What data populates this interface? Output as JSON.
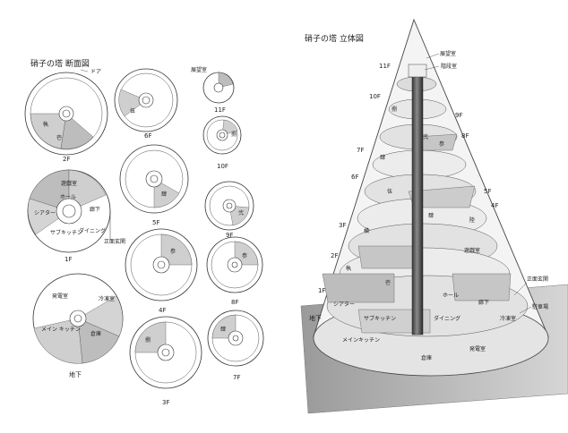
{
  "sections": {
    "title": "硝子の塔 断面図",
    "door": "ドア",
    "f2": {
      "floor": "2F",
      "labels": [
        "執",
        "壱"
      ]
    },
    "f6": {
      "floor": "6F",
      "labels": [
        "伍"
      ]
    },
    "f11": {
      "floor": "11F",
      "labels": [
        "展望室"
      ]
    },
    "f10": {
      "floor": "10F",
      "labels": [
        "捌"
      ]
    },
    "f1": {
      "floor": "1F",
      "labels": [
        "遊戯室",
        "ホール",
        "シアター",
        "廊下",
        "サブキッチン",
        "ダイニング",
        "正面玄関"
      ]
    },
    "f5": {
      "floor": "5F",
      "labels": [
        "肆"
      ]
    },
    "f9": {
      "floor": "9F",
      "labels": [
        "弐"
      ]
    },
    "f4": {
      "floor": "4F",
      "labels": [
        "参"
      ]
    },
    "f8": {
      "floor": "8F",
      "labels": [
        "参"
      ]
    },
    "fB": {
      "floor": "地下",
      "labels": [
        "発電室",
        "冷凍室",
        "メイン キッチン",
        "倉庫"
      ]
    },
    "f3": {
      "floor": "3F",
      "labels": [
        "捌"
      ]
    },
    "f7": {
      "floor": "7F",
      "labels": [
        "肆"
      ]
    }
  },
  "cone": {
    "title": "硝子の塔 立体図",
    "floors": [
      "11F",
      "10F",
      "9F",
      "8F",
      "7F",
      "6F",
      "5F",
      "4F",
      "3F",
      "2F",
      "1F",
      "地下"
    ],
    "rooms": {
      "observatory": "展望室",
      "staircase": "階段室",
      "r10": "捌",
      "r9a": "弐",
      "r9b": "参",
      "r7": "肆",
      "r6": "伍",
      "r5": "肆",
      "r5b": "陸",
      "r3": "横",
      "r2": "執",
      "r2b": "壱",
      "game": "遊戯室",
      "hall": "ホール",
      "theater": "シアター",
      "subkitchen": "サブキッチン",
      "dining": "ダイニング",
      "corridor": "廊下",
      "entrance": "正面玄関",
      "parking": "駐車場",
      "freezer": "冷凍室",
      "mainkitchen": "メインキッチン",
      "storage": "倉庫",
      "generator": "発電室"
    }
  }
}
